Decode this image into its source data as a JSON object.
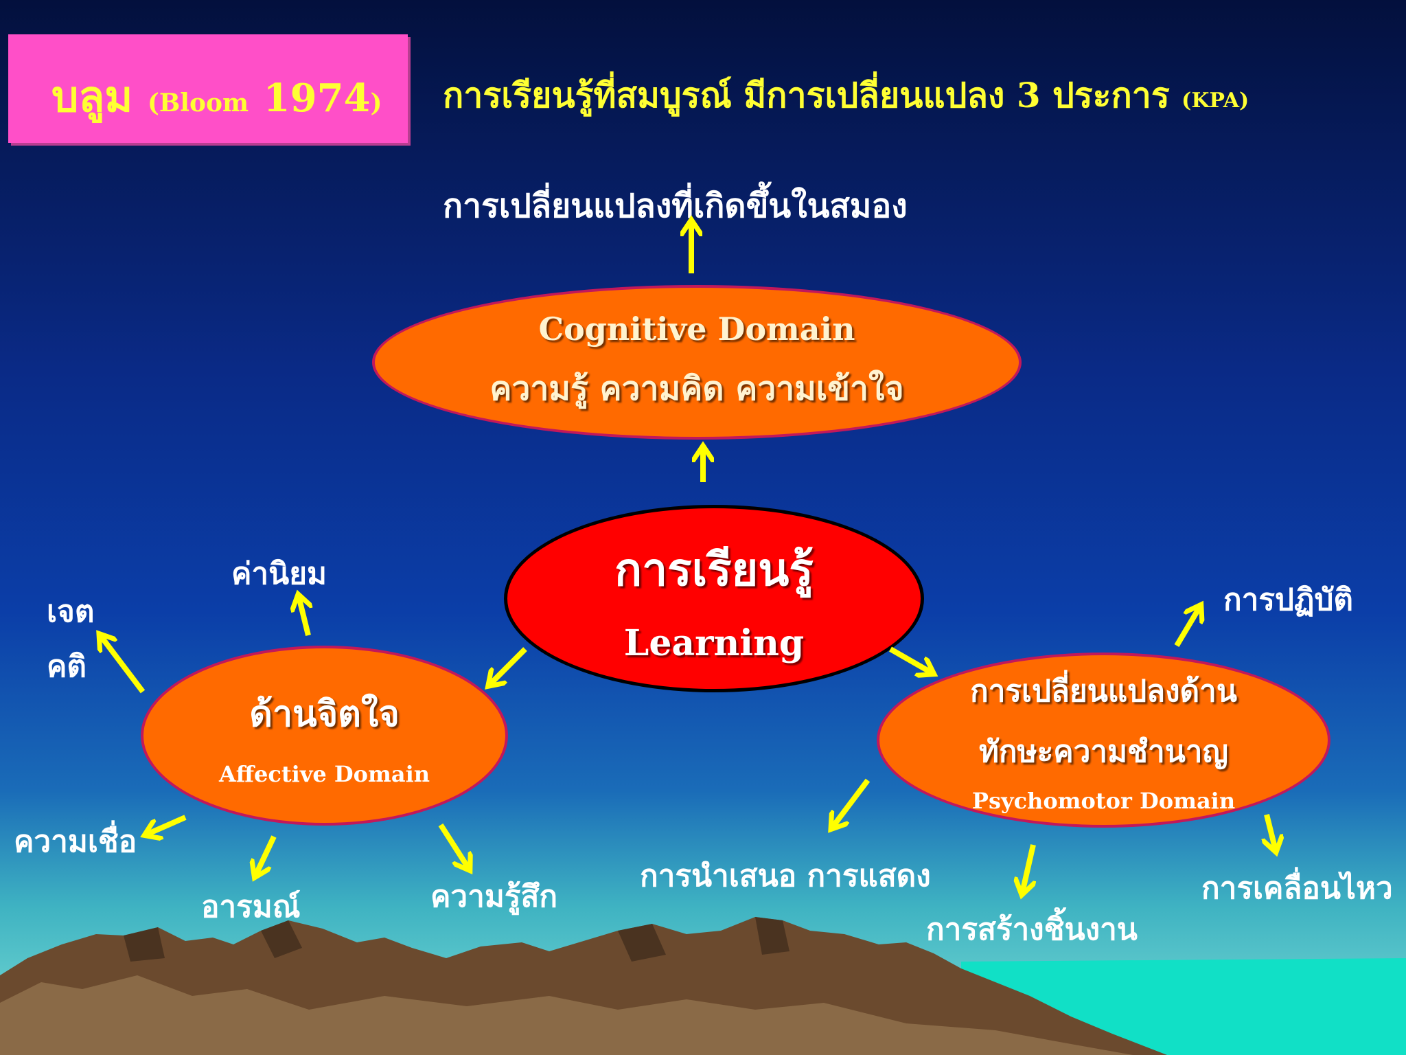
{
  "header": {
    "title_thai": "บลูม",
    "title_paren_open": "(",
    "title_bloom": "Bloom",
    "title_year": "1974",
    "title_paren_close": ")",
    "subtitle_main": "การเรียนรู้ที่สมบูรณ์ มีการเปลี่ยนแปลง 3 ประการ",
    "subtitle_tag": "(KPA)"
  },
  "cognitive": {
    "top_caption": "การเปลี่ยนแปลงที่เกิดขึ้นในสมอง",
    "title": "Cognitive Domain",
    "subtitle": "ความรู้  ความคิด  ความเข้าใจ"
  },
  "center": {
    "thai": "การเรียนรู้",
    "english": "Learning"
  },
  "affective": {
    "title_thai": "ด้านจิตใจ",
    "title_en": "Affective Domain",
    "items": {
      "values": "ค่านิยม",
      "attitude_line1": "เจต",
      "attitude_line2": "คติ",
      "belief": "ความเชื่อ",
      "emotion": "อารมณ์",
      "feeling": "ความรู้สึก"
    }
  },
  "psychomotor": {
    "line1": "การเปลี่ยนแปลงด้าน",
    "line2": "ทักษะความชำนาญ",
    "title_en": "Psychomotor Domain",
    "items": {
      "practice": "การปฏิบัติ",
      "presentation": "การนำเสนอ การแสดง",
      "creation": "การสร้างชิ้นงาน",
      "movement": "การเคลื่อนไหว"
    }
  },
  "colors": {
    "yellow_text": "#ffff33",
    "orange_ellipse": "#ff6a00",
    "ellipse_border": "#c2185b",
    "red_center": "#ff0000",
    "title_box": "#ff4fc8",
    "arrow": "#ffff00"
  }
}
